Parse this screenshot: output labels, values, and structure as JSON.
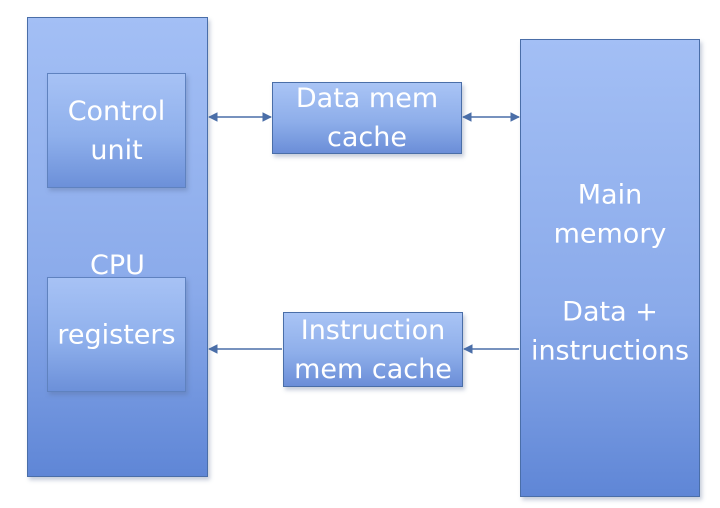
{
  "cpu": {
    "label": "CPU",
    "control_unit": [
      "Control",
      "unit"
    ],
    "registers": [
      "registers"
    ]
  },
  "data_cache": [
    "Data mem",
    "cache"
  ],
  "instruction_cache": [
    "Instruction",
    "mem cache"
  ],
  "main_memory": {
    "lines": [
      "Main",
      "memory",
      "",
      "Data +",
      "instructions"
    ]
  },
  "colors": {
    "box_fill": "#8eaeea",
    "box_border": "#4a6ea8",
    "arrow": "#4a6ea8",
    "text": "#ffffff"
  }
}
